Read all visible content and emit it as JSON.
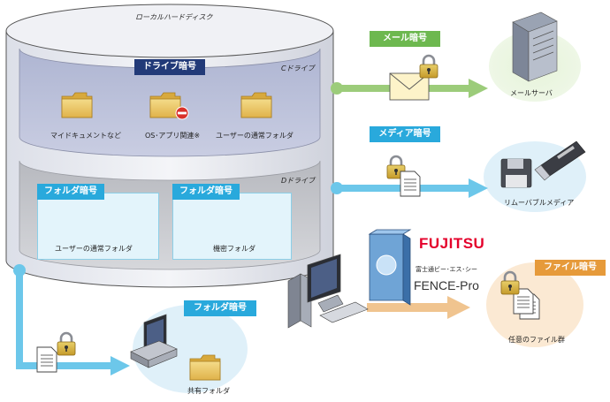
{
  "disk": {
    "title": "ローカルハードディスク",
    "c_drive": {
      "label": "Cドライブ",
      "badge": "ドライブ暗号",
      "folders": [
        "マイドキュメントなど",
        "OS･アプリ関連※",
        "ユーザーの通常フォルダ"
      ]
    },
    "d_drive": {
      "label": "Dドライブ",
      "panels": [
        {
          "badge": "フォルダ暗号",
          "folder": "ユーザーの通常フォルダ"
        },
        {
          "badge": "フォルダ暗号",
          "folder": "機密フォルダ"
        }
      ]
    }
  },
  "mail": {
    "badge": "メール暗号",
    "target": "メールサーバ"
  },
  "media": {
    "badge": "メディア暗号",
    "target": "リムーバブルメディア"
  },
  "file": {
    "badge": "ファイル暗号",
    "target": "任意のファイル群"
  },
  "shared": {
    "badge": "フォルダ暗号",
    "target": "共有フォルダ"
  },
  "product": {
    "brand": "FUJITSU",
    "company": "富士通ビー･エス･シー",
    "name": "FENCE-Pro"
  },
  "colors": {
    "navy_badge": "#223a78",
    "cyan_badge": "#29a9dc",
    "green_badge": "#6db84f",
    "orange_badge": "#e69a3a",
    "green_arrow": "#9ccc7a",
    "blue_arrow": "#6cc7ea",
    "orange_arrow": "#f0c48f",
    "fujitsu_red": "#e4002b"
  }
}
